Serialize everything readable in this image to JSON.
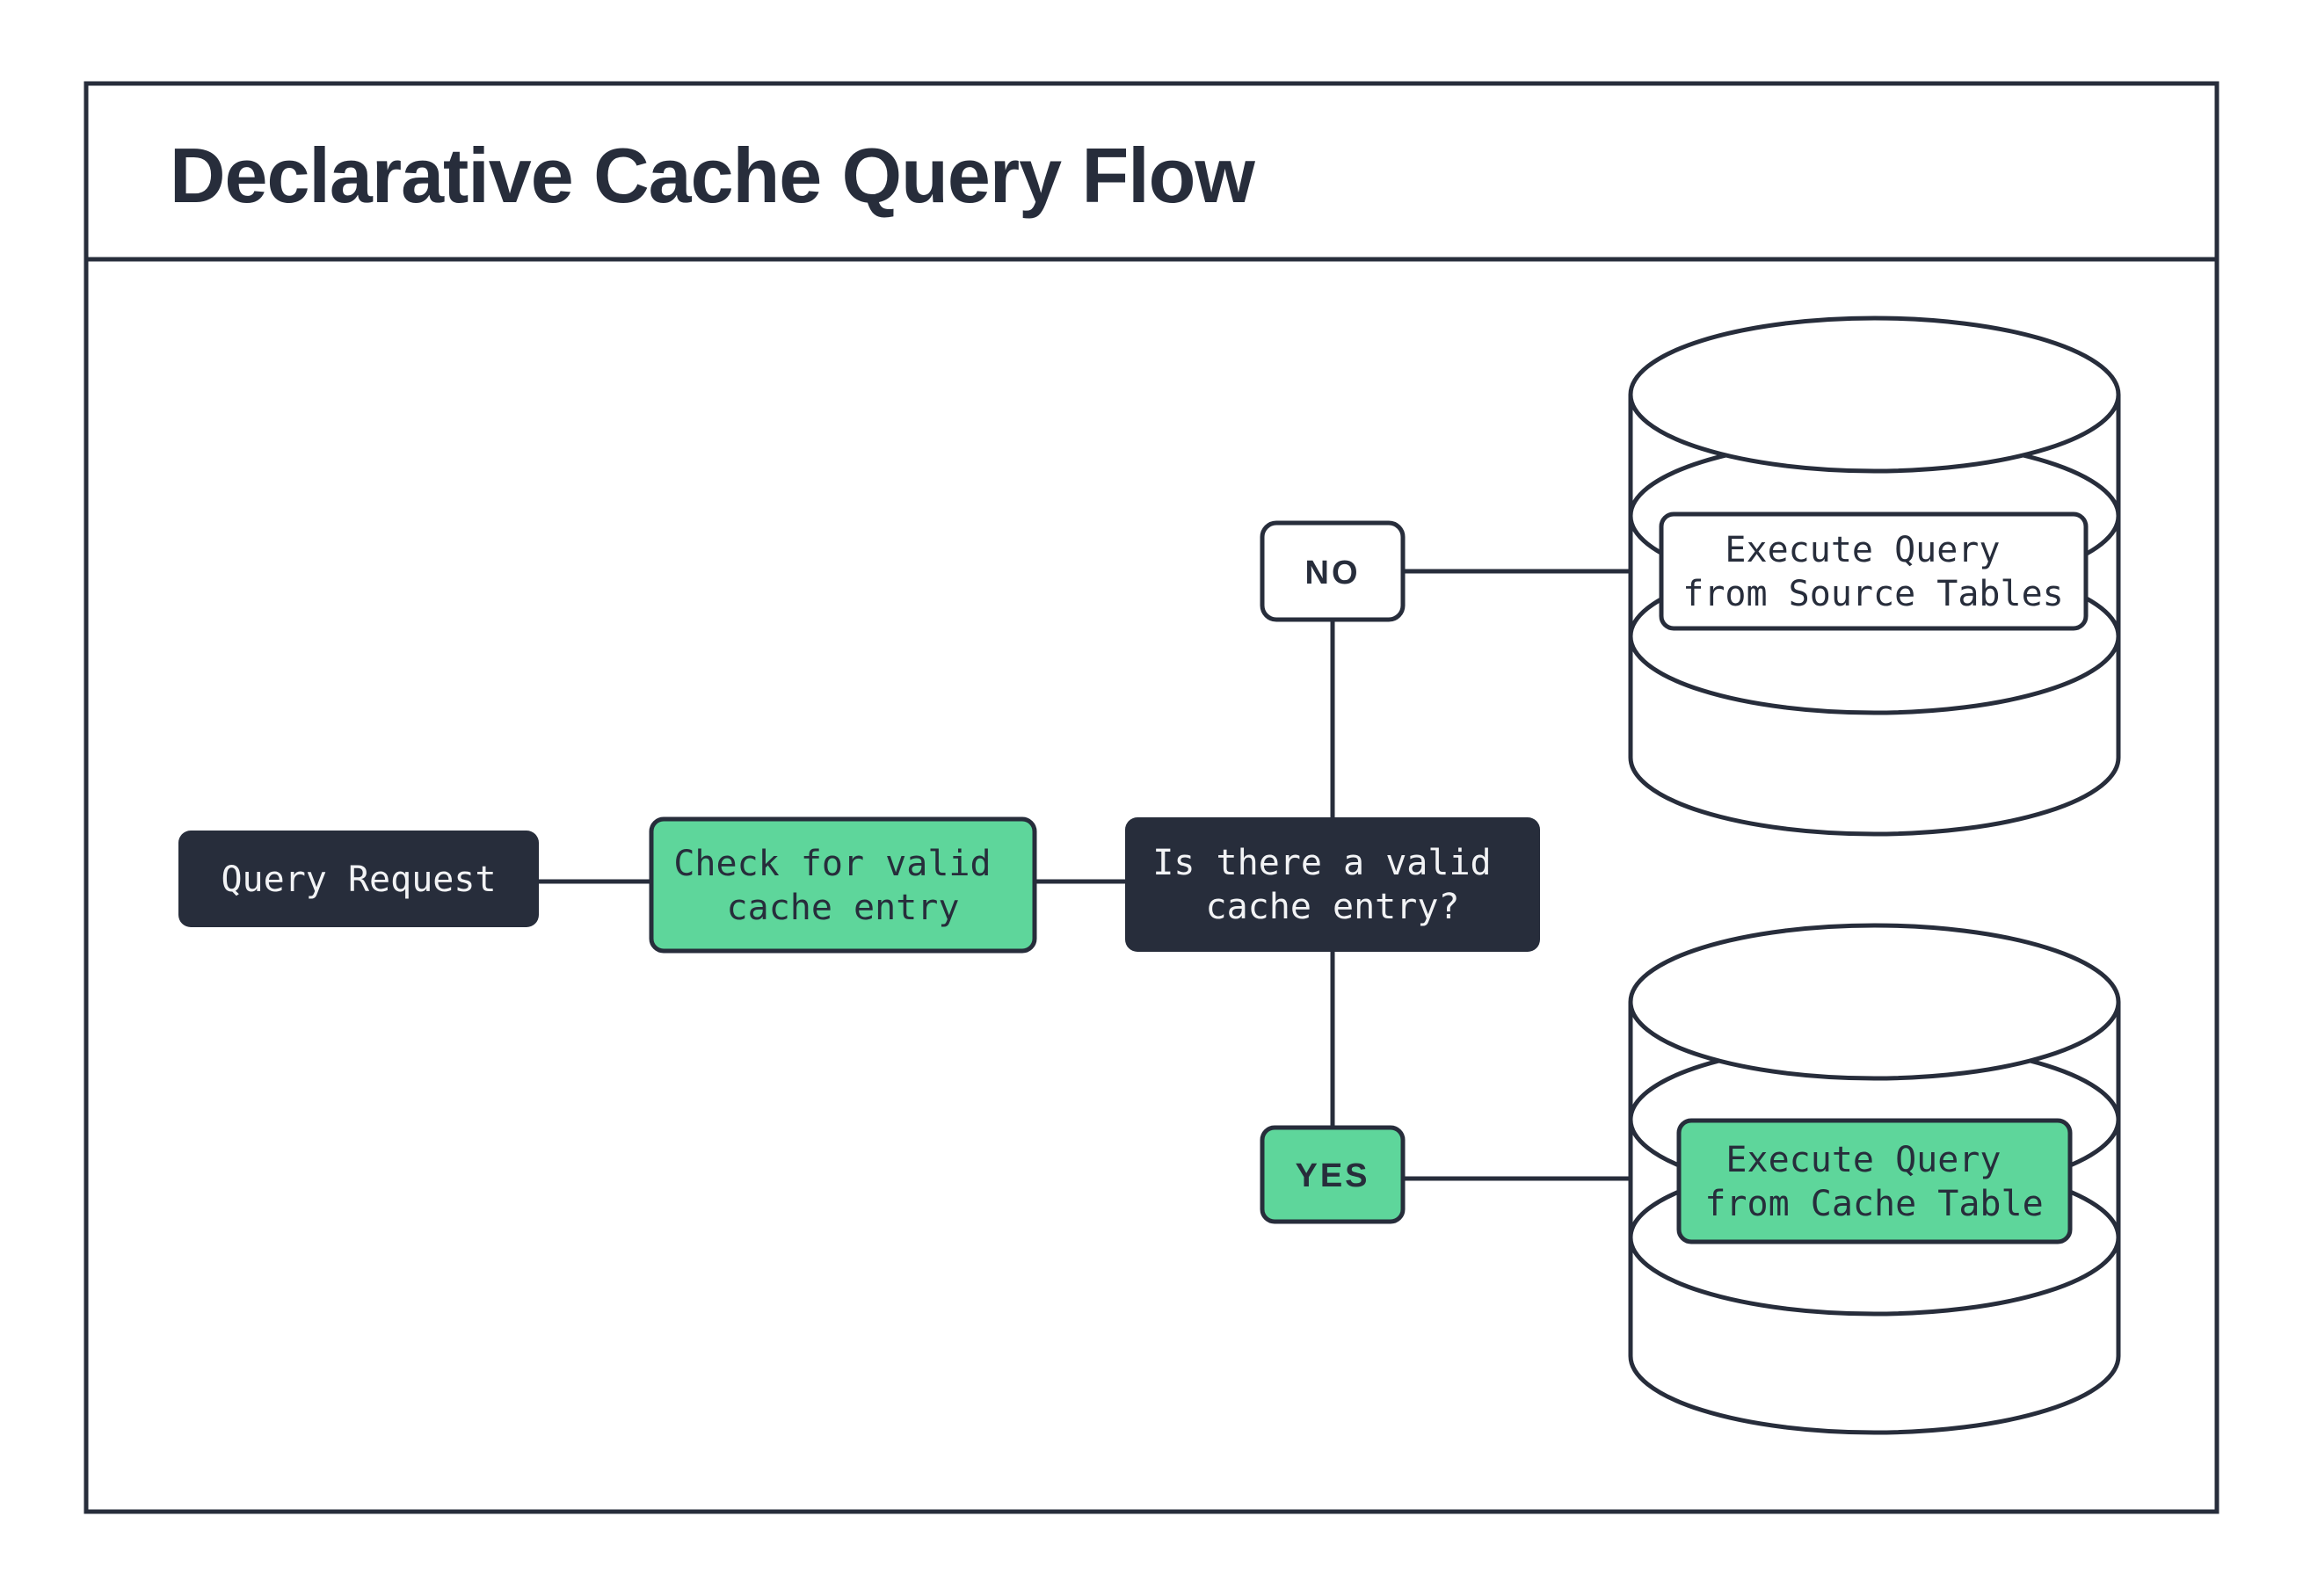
{
  "title": "Declarative Cache Query Flow",
  "colors": {
    "dark": "#272d3b",
    "green": "#5ed69b",
    "white": "#ffffff",
    "light_text": "#f2f3f5"
  },
  "nodes": {
    "query_request": {
      "label": "Query Request"
    },
    "check_cache": {
      "line1": "Check for valid",
      "line2": "cache entry"
    },
    "decision": {
      "line1": "Is there a valid",
      "line2": "cache entry?"
    },
    "no_branch": {
      "label": "NO"
    },
    "yes_branch": {
      "label": "YES"
    },
    "source_db": {
      "line1": "Execute Query",
      "line2": "from Source Tables"
    },
    "cache_db": {
      "line1": "Execute Query",
      "line2": "from Cache Table"
    }
  }
}
